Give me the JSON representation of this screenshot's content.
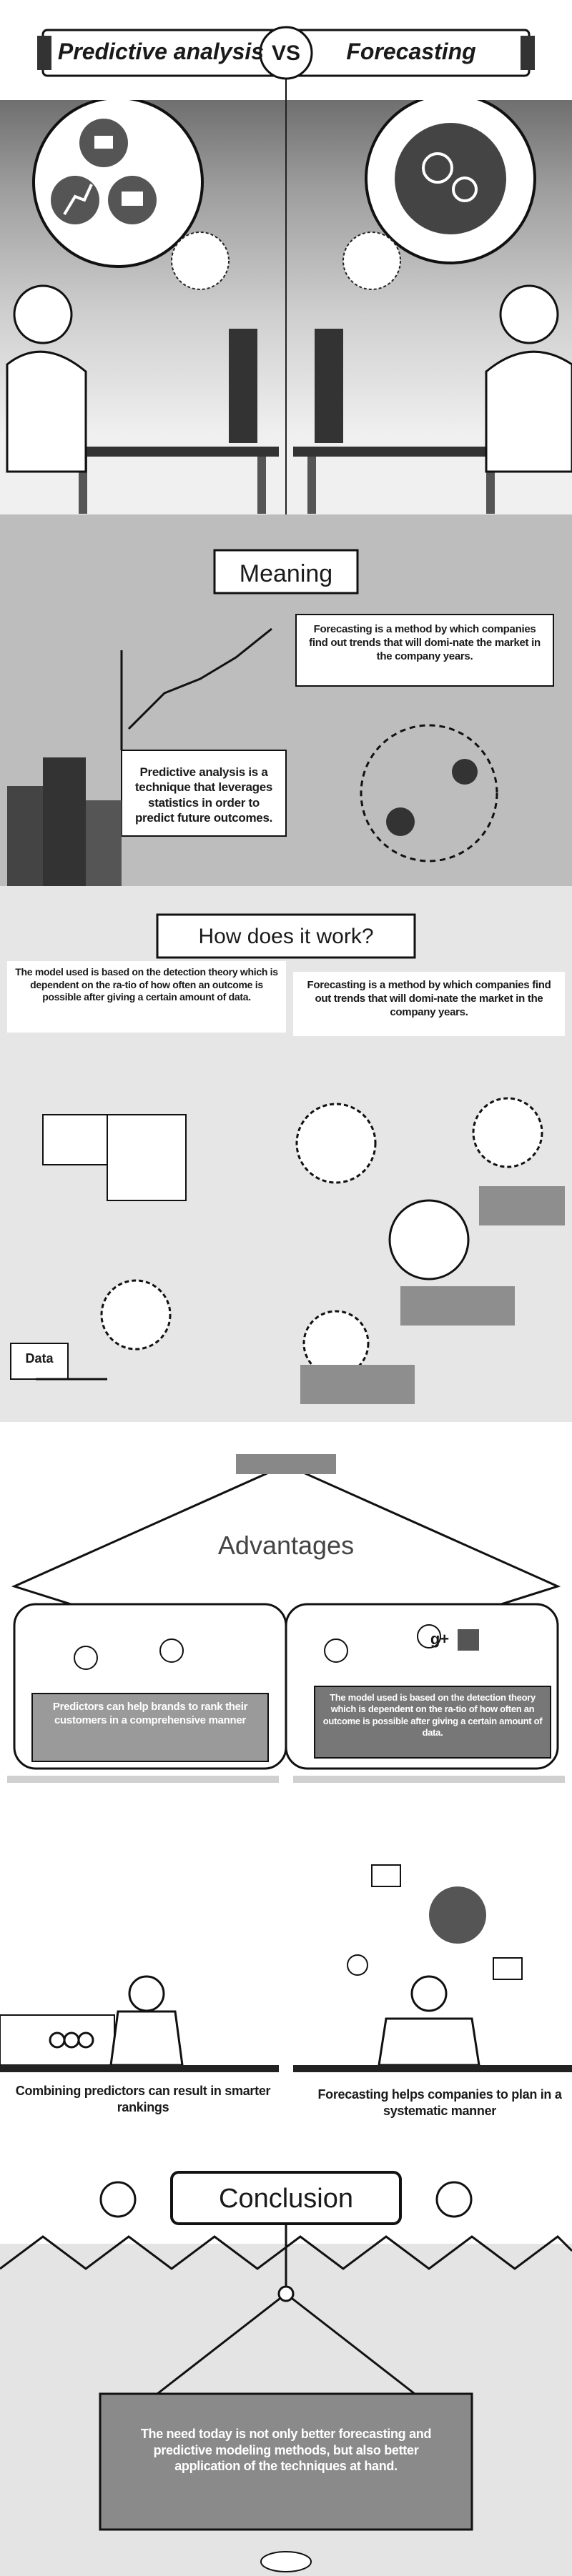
{
  "header": {
    "left_title": "Predictive analysis",
    "vs_label": "VS",
    "right_title": "Forecasting"
  },
  "meaning": {
    "title": "Meaning",
    "forecasting_text": "Forecasting is a method by which companies find out trends that will domi-nate the market in the company years.",
    "predictive_text": "Predictive analysis is a technique that leverages statistics in order to predict future outcomes."
  },
  "how_it_works": {
    "title": "How does it work?",
    "left_text": "The model used is based on the detection theory which is dependent on the ra-tio of how often an outcome is possible after giving a certain amount of data.",
    "right_text": "Forecasting is a method by which companies find out trends that will domi-nate the market in the company years.",
    "data_label": "Data"
  },
  "advantages": {
    "title": "Advantages",
    "left_text": "Predictors can help brands to rank their customers in a comprehensive manner",
    "right_text": "The model used is based on the detection theory which is dependent on the ra-tio of how often an outcome is possible after giving a certain amount of data.",
    "social_label": "g+"
  },
  "benefits": {
    "left_caption": "Combining predictors can result in smarter rankings",
    "right_caption": "Forecasting helps companies to plan in a systematic manner"
  },
  "conclusion": {
    "title": "Conclusion",
    "text": "The need today is not only better forecasting and predictive modeling methods, but also better application of the techniques at hand."
  },
  "colors": {
    "ink": "#1a1a1a",
    "paper": "#ffffff",
    "grey_band": "#9a9a9a",
    "grey_light": "#d9d9d9",
    "board": "#8a8a8a"
  }
}
